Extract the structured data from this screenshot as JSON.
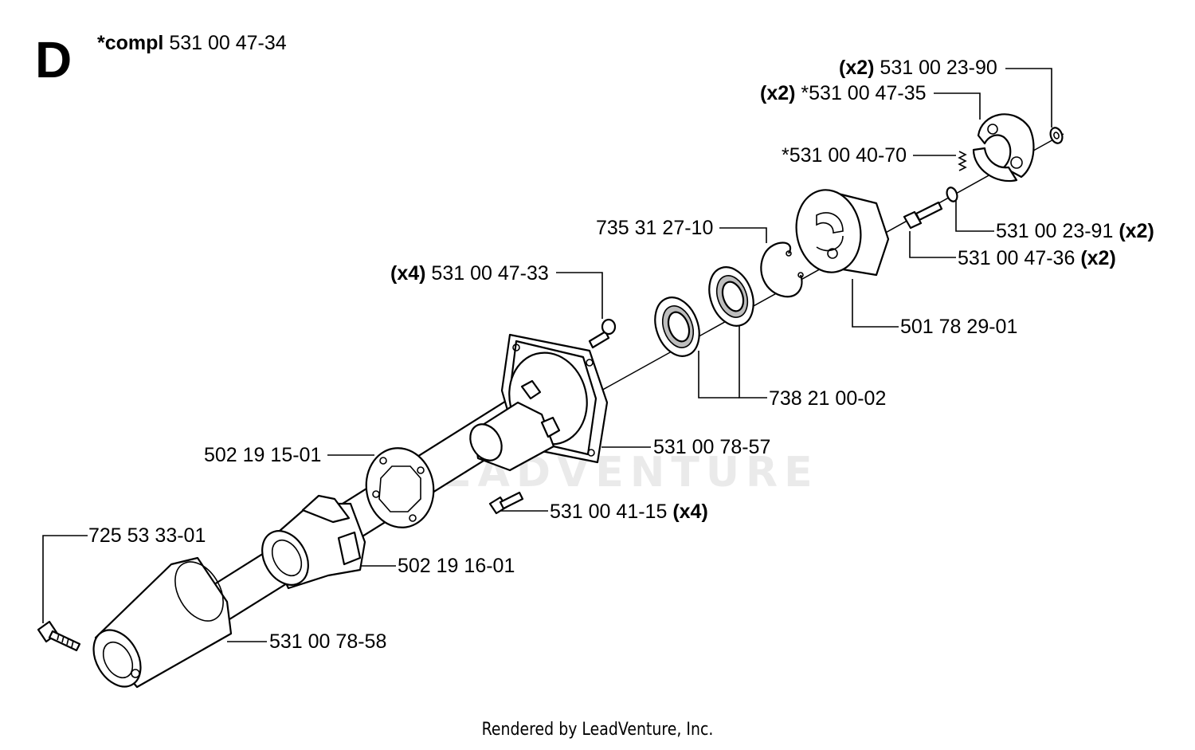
{
  "section": "D",
  "assembly": {
    "prefix": "*compl",
    "number": "531 00 47-34"
  },
  "footer": "Rendered by LeadVenture, Inc.",
  "watermark": "LEADVENTURE",
  "parts": {
    "p1": {
      "qty": "(x2)",
      "number": "531 00 23-90"
    },
    "p2": {
      "qty": "(x2)",
      "number": "*531 00 47-35"
    },
    "p3": {
      "number": "*531 00 40-70"
    },
    "p4": {
      "number": "735 31 27-10"
    },
    "p5": {
      "number": "531 00 23-91",
      "qty": "(x2)"
    },
    "p6": {
      "number": "531 00 47-36",
      "qty": "(x2)"
    },
    "p7": {
      "qty": "(x4)",
      "number": "531 00 47-33"
    },
    "p8": {
      "number": "501 78 29-01"
    },
    "p9": {
      "number": "738 21 00-02"
    },
    "p10": {
      "number": "531 00 78-57"
    },
    "p11": {
      "number": "502 19 15-01"
    },
    "p12": {
      "number": "531 00 41-15",
      "qty": "(x4)"
    },
    "p13": {
      "number": "725 53 33-01"
    },
    "p14": {
      "number": "502 19 16-01"
    },
    "p15": {
      "number": "531 00 78-58"
    }
  }
}
